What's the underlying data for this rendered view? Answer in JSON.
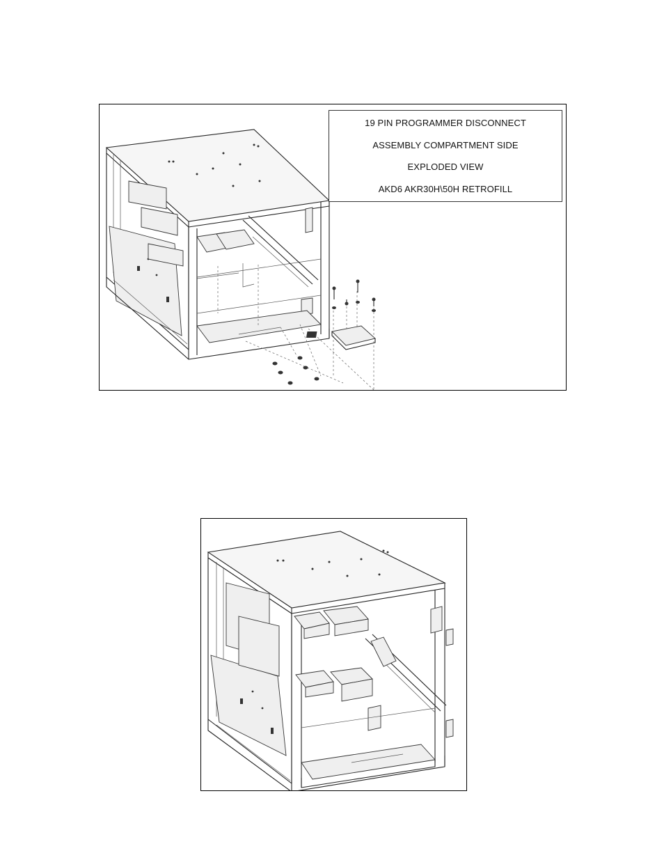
{
  "figures": [
    {
      "id": "exploded-view",
      "callout_lines": [
        "19 PIN PROGRAMMER DISCONNECT",
        "ASSEMBLY COMPARTMENT SIDE",
        "EXPLODED VIEW",
        "AKD6 AKR30H\\50H RETROFILL"
      ]
    },
    {
      "id": "assembled-view"
    }
  ]
}
